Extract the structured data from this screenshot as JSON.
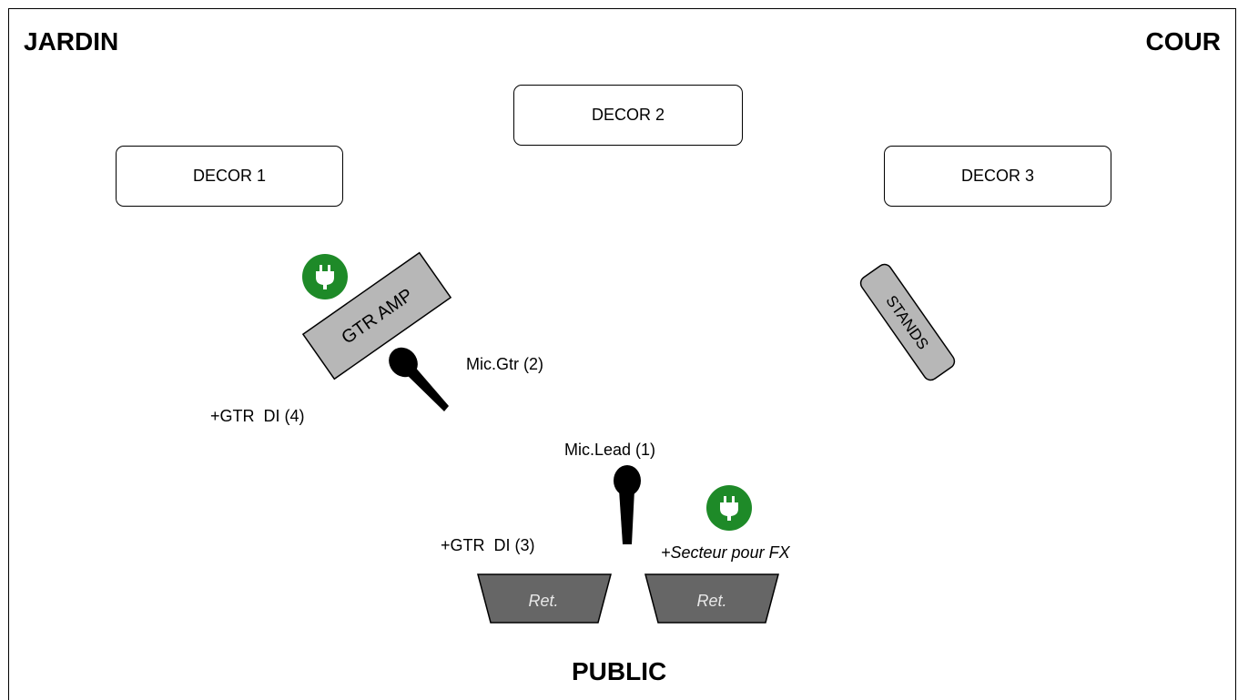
{
  "corners": {
    "left": "JARDIN",
    "right": "COUR"
  },
  "decors": [
    "DECOR 1",
    "DECOR 2",
    "DECOR 3"
  ],
  "elements": {
    "gtr_amp": "GTR AMP",
    "stands": "STANDS",
    "mic_gtr": "Mic.Gtr (2)",
    "gtr_di_4": "+GTR  DI (4)",
    "mic_lead": "Mic.Lead (1)",
    "gtr_di_3": "+GTR  DI (3)",
    "secteur": "+Secteur pour FX",
    "ret_left": "Ret.",
    "ret_right": "Ret."
  },
  "audience": "PUBLIC",
  "colors": {
    "power": "#1e8a28",
    "amp": "#b7b7b7",
    "monitor": "#666666",
    "border": "#000000"
  },
  "icons": [
    "power-plug-icon",
    "microphone-icon"
  ]
}
